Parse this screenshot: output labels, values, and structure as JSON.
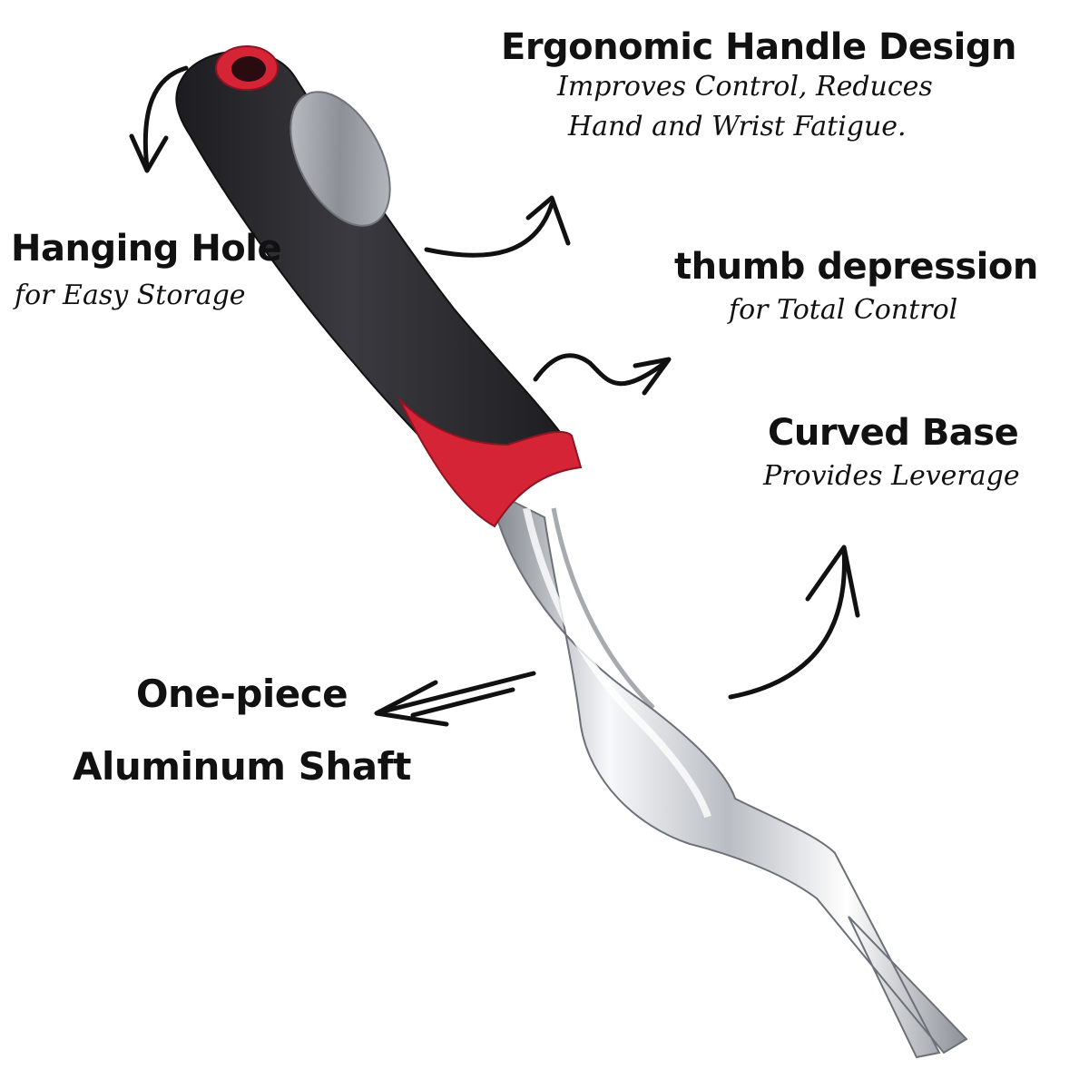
{
  "callouts": {
    "ergonomic": {
      "title": "Ergonomic Handle Design",
      "line1": "Improves Control, Reduces",
      "line2": "Hand and Wrist Fatigue."
    },
    "hanging": {
      "title": "Hanging Hole",
      "sub": "for Easy Storage"
    },
    "thumb": {
      "title": "thumb depression",
      "sub": "for Total Control"
    },
    "curved": {
      "title": "Curved Base",
      "sub": "Provides Leverage"
    },
    "shaft": {
      "line1": "One-piece",
      "line2": "Aluminum Shaft"
    }
  },
  "colors": {
    "background": "#ffffff",
    "text": "#111111",
    "handle_black": "#2a2a2e",
    "handle_red": "#d42436",
    "metal_light": "#f2f3f5",
    "metal_dark": "#8e939a"
  },
  "icons": {
    "hanging_arrow": "curved-arrow-icon",
    "ergonomic_arrow": "curved-arrow-icon",
    "thumb_arrow": "wavy-arrow-icon",
    "curved_arrow": "curved-arrow-icon",
    "shaft_arrow": "straight-arrow-icon"
  }
}
